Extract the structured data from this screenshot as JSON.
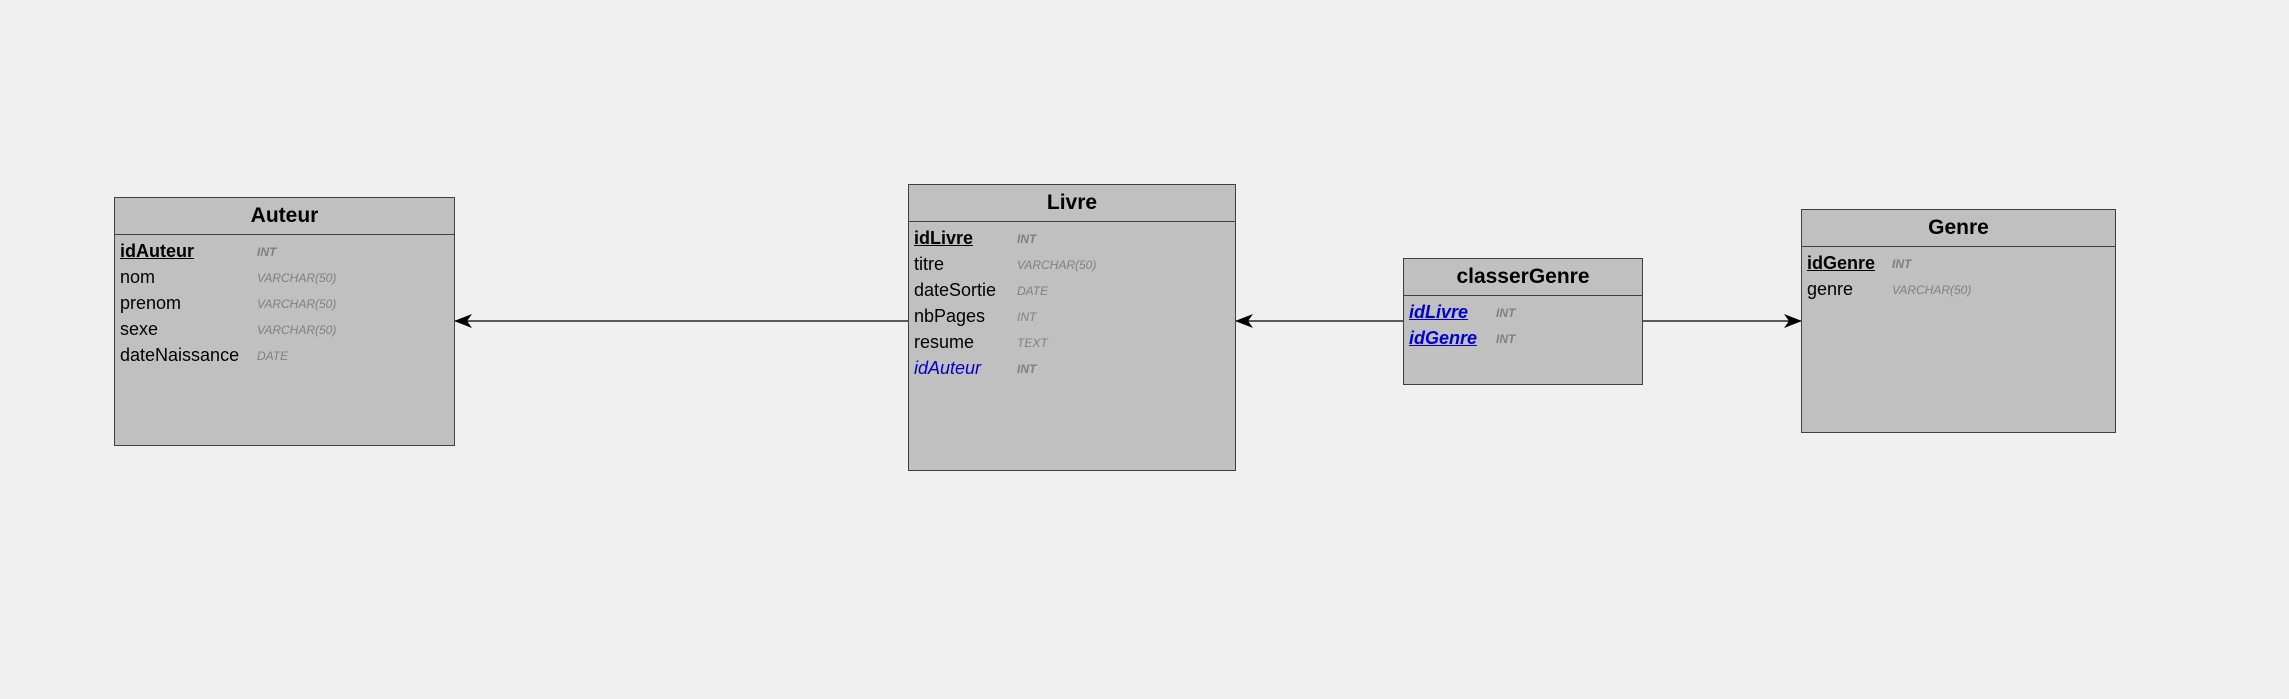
{
  "entities": {
    "auteur": {
      "title": "Auteur",
      "attributes": [
        {
          "name": "idAuteur",
          "type": "INT"
        },
        {
          "name": "nom",
          "type": "VARCHAR(50)"
        },
        {
          "name": "prenom",
          "type": "VARCHAR(50)"
        },
        {
          "name": "sexe",
          "type": "VARCHAR(50)"
        },
        {
          "name": "dateNaissance",
          "type": "DATE"
        }
      ]
    },
    "livre": {
      "title": "Livre",
      "attributes": [
        {
          "name": "idLivre",
          "type": "INT"
        },
        {
          "name": "titre",
          "type": "VARCHAR(50)"
        },
        {
          "name": "dateSortie",
          "type": "DATE"
        },
        {
          "name": "nbPages",
          "type": "INT"
        },
        {
          "name": "resume",
          "type": "TEXT"
        },
        {
          "name": "idAuteur",
          "type": "INT"
        }
      ]
    },
    "classerGenre": {
      "title": "classerGenre",
      "attributes": [
        {
          "name": "idLivre",
          "type": "INT"
        },
        {
          "name": "idGenre",
          "type": "INT"
        }
      ]
    },
    "genre": {
      "title": "Genre",
      "attributes": [
        {
          "name": "idGenre",
          "type": "INT"
        },
        {
          "name": "genre",
          "type": "VARCHAR(50)"
        }
      ]
    }
  },
  "colors": {
    "background": "#f0f0f0",
    "entity_fill": "#c0c0c0",
    "entity_border": "#404040",
    "foreign_key": "#0000cc",
    "type_text": "#808080",
    "link": "#000000"
  }
}
